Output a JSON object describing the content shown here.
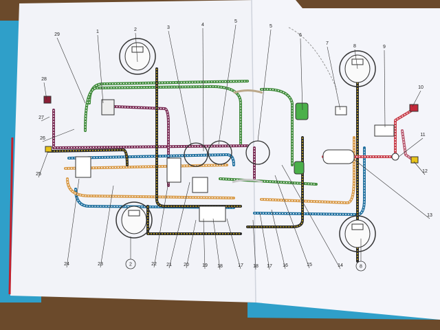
{
  "diagram": {
    "subject": "Pneumatic brake system schematic (photo of printed pages)",
    "colors": {
      "table": "#6b4a2b",
      "folder": "#2f9fc9",
      "paper": "#f4f5f9",
      "paper_shadow": "#dde0e8",
      "line_green": "#3f8a3a",
      "line_purple": "#7a2c55",
      "line_blue": "#1f6f9e",
      "line_orange": "#d89a48",
      "line_black_yellow": "#2b2b2b",
      "line_red": "#c8404c",
      "red_component": "#c2283a",
      "yellow_component": "#e8c31a",
      "green_component": "#4bb04a"
    },
    "callouts_left": [
      "1",
      "2",
      "3",
      "4",
      "5",
      "29",
      "28",
      "27",
      "26",
      "25",
      "24",
      "23",
      "22",
      "21",
      "20",
      "19",
      "18",
      "17"
    ],
    "callouts_right": [
      "5",
      "6",
      "7",
      "8",
      "9",
      "10",
      "11",
      "12",
      "13",
      "14",
      "15",
      "16",
      "17",
      "18"
    ],
    "wheel_markers": [
      "2",
      "8"
    ]
  }
}
